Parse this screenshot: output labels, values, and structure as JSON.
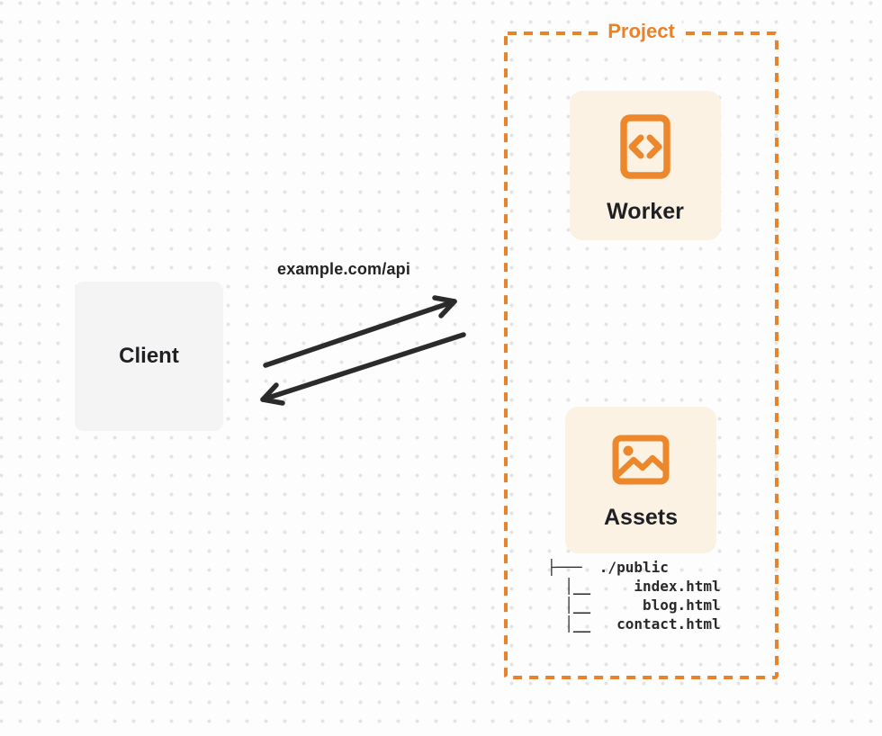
{
  "canvas": {
    "background_color": "#FDFDFD",
    "dot_grid_color": "#E4E4E4",
    "ink_color": "#2B2B2B",
    "accent_color": "#E8832C",
    "card_background_color": "#FBF2E4",
    "client_background_color": "#F4F4F5"
  },
  "client": {
    "label": "Client"
  },
  "request": {
    "url_label": "example.com/api"
  },
  "project": {
    "title": "Project",
    "worker": {
      "label": "Worker",
      "icon": "code-file-icon"
    },
    "assets": {
      "label": "Assets",
      "icon": "image-icon"
    },
    "file_tree": {
      "root": "./public",
      "files": [
        "index.html",
        "blog.html",
        "contact.html"
      ],
      "lines": [
        "├───  ./public",
        "  │__     index.html",
        "  │__      blog.html",
        "  │__   contact.html"
      ]
    }
  }
}
